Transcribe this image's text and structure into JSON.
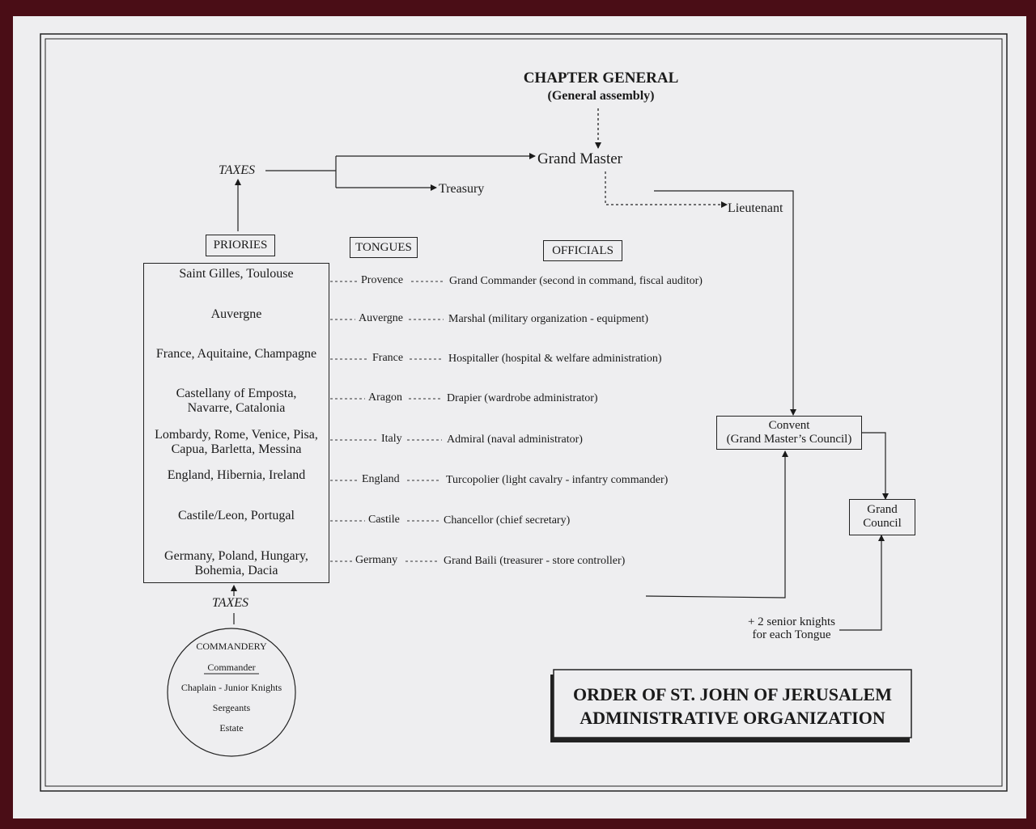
{
  "header": {
    "chapter_general": "CHAPTER GENERAL",
    "general_assembly": "(General assembly)",
    "grand_master": "Grand Master",
    "treasury": "Treasury",
    "lieutenant": "Lieutenant",
    "taxes_top": "TAXES",
    "taxes_bottom": "TAXES"
  },
  "column_headers": {
    "priories": "PRIORIES",
    "tongues": "TONGUES",
    "officials": "OFFICIALS"
  },
  "rows": [
    {
      "priory": "Saint Gilles, Toulouse",
      "tongue": "Provence",
      "official": "Grand Commander (second in command, fiscal auditor)"
    },
    {
      "priory": "Auvergne",
      "tongue": "Auvergne",
      "official": "Marshal (military organization - equipment)"
    },
    {
      "priory": "France, Aquitaine, Champagne",
      "tongue": "France",
      "official": "Hospitaller (hospital & welfare administration)"
    },
    {
      "priory": "Castellany of Emposta,",
      "priory2": "Navarre, Catalonia",
      "tongue": "Aragon",
      "official": "Drapier (wardrobe administrator)"
    },
    {
      "priory": "Lombardy, Rome, Venice, Pisa,",
      "priory2": "Capua, Barletta, Messina",
      "tongue": "Italy",
      "official": "Admiral (naval administrator)"
    },
    {
      "priory": "England, Hibernia, Ireland",
      "tongue": "England",
      "official": "Turcopolier (light cavalry - infantry commander)"
    },
    {
      "priory": "Castile/Leon, Portugal",
      "tongue": "Castile",
      "official": "Chancellor (chief secretary)"
    },
    {
      "priory": "Germany, Poland, Hungary,",
      "priory2": "Bohemia, Dacia",
      "tongue": "Germany",
      "official": "Grand Baili (treasurer - store controller)"
    }
  ],
  "convent": {
    "line1": "Convent",
    "line2": "(Grand Master’s Council)"
  },
  "grand_council": {
    "line1": "Grand",
    "line2": "Council"
  },
  "senior_knights": {
    "line1": "+ 2 senior knights",
    "line2": "for each Tongue"
  },
  "commandery": {
    "title": "COMMANDERY",
    "commander": "Commander",
    "chaplain": "Chaplain - Junior Knights",
    "sergeants": "Sergeants",
    "estate": "Estate"
  },
  "title_block": {
    "line1": "ORDER OF ST. JOHN OF JERUSALEM",
    "line2": "ADMINISTRATIVE ORGANIZATION"
  },
  "colors": {
    "frame": "#4a0d16",
    "board": "#eeeef0",
    "ink": "#1a1a1a"
  }
}
